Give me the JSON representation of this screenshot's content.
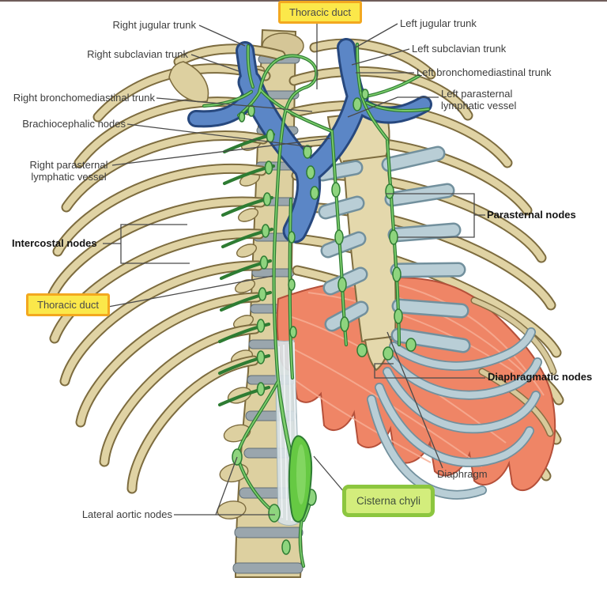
{
  "figure": {
    "background": "#ffffff",
    "colors": {
      "highlight_yellow_fill": "#fbe84a",
      "highlight_yellow_border": "#f3a81f",
      "highlight_green_fill": "#d3ed7c",
      "highlight_green_border": "#8cc63f",
      "bone": "#e0d3a4",
      "bone_outline": "#7d6c3f",
      "cartilage_blue_gray": "#b9ced6",
      "vein_blue": "#5b86c6",
      "lymph_green": "#44a044",
      "node_green": "#8ed47e",
      "diaphragm_coral": "#ef8566",
      "leader_line": "#4a4a4a"
    }
  },
  "labels": {
    "thoracic_duct_top": "Thoracic duct",
    "right_jugular_trunk": "Right jugular trunk",
    "left_jugular_trunk": "Left jugular trunk",
    "right_subclavian_trunk": "Right subclavian trunk",
    "left_subclavian_trunk": "Left subclavian trunk",
    "left_bronchomediastinal_trunk": "Left bronchomediastinal trunk",
    "right_bronchomediastinal_trunk": "Right bronchomediastinal trunk",
    "left_parasternal_lymphatic_vessel": "Left parasternal\nlymphatic vessel",
    "brachiocephalic_nodes": "Brachiocephalic nodes",
    "right_parasternal_lymphatic_vessel": "Right parasternal\nlymphatic vessel",
    "parasternal_nodes": "Parasternal nodes",
    "intercostal_nodes": "Intercostal nodes",
    "thoracic_duct_left": "Thoracic duct",
    "diaphragmatic_nodes": "Diaphragmatic nodes",
    "diaphragm": "Diaphragm",
    "cisterna_chyli": "Cisterna chyli",
    "lateral_aortic_nodes": "Lateral aortic nodes"
  }
}
